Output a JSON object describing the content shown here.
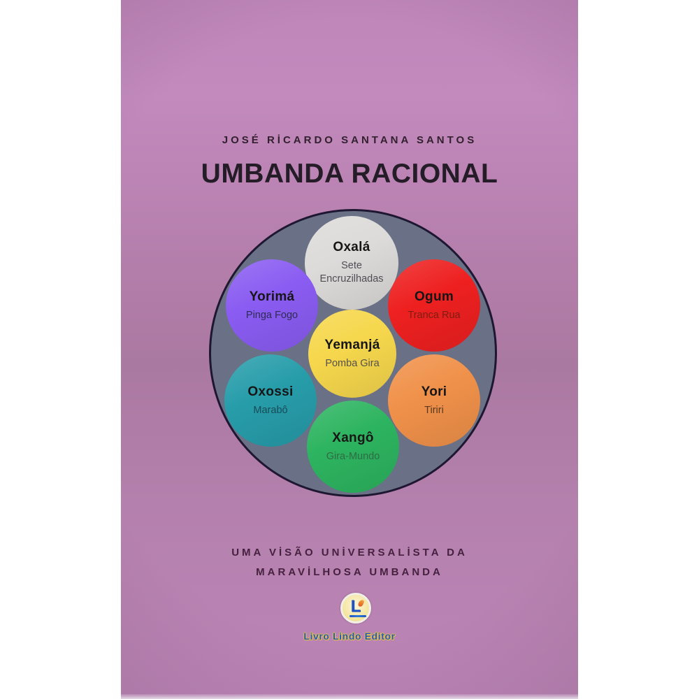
{
  "cover": {
    "author": "JOSÉ RİCARDO SANTANA SANTOS",
    "title": "UMBANDA RACIONAL",
    "tagline_line1": "UMA VİSÃO UNİVERSALİSTA DA",
    "tagline_line2": "MARAVİLHOSA UMBANDA",
    "publisher": "Livro Lindo Editor",
    "logo_letter": "L",
    "colors": {
      "background_pink": "#bb84b6",
      "title_text": "#241c26",
      "author_text": "#33202f",
      "tagline_text": "#46203f",
      "publisher_blue": "#2457c5",
      "publisher_yellow": "#e9c53d"
    }
  },
  "diagram": {
    "outer_circle_color": "#6a7086",
    "outer_circle_border": "#1e1731",
    "name_color": "#161616",
    "entities": [
      {
        "name": "Oxalá",
        "subtitle": "Sete Encruzilhadas",
        "fill": "#dcdbd9",
        "subtitle_color": "#4f4e55"
      },
      {
        "name": "Yorimá",
        "subtitle": "Pinga Fogo",
        "fill": "#8a5cf2",
        "subtitle_color": "#2e2b55"
      },
      {
        "name": "Ogum",
        "subtitle": "Tranca Rua",
        "fill": "#ee2020",
        "subtitle_color": "#7c1d12"
      },
      {
        "name": "Yemanjá",
        "subtitle": "Pomba Gira",
        "fill": "#f6d74c",
        "subtitle_color": "#55514a"
      },
      {
        "name": "Oxossi",
        "subtitle": "Marabô",
        "fill": "#279daa",
        "subtitle_color": "#174b57"
      },
      {
        "name": "Yori",
        "subtitle": "Tiriri",
        "fill": "#f0914a",
        "subtitle_color": "#59381f"
      },
      {
        "name": "Xangô",
        "subtitle": "Gira-Mundo",
        "fill": "#2db460",
        "subtitle_color": "#2f6b44"
      }
    ]
  }
}
